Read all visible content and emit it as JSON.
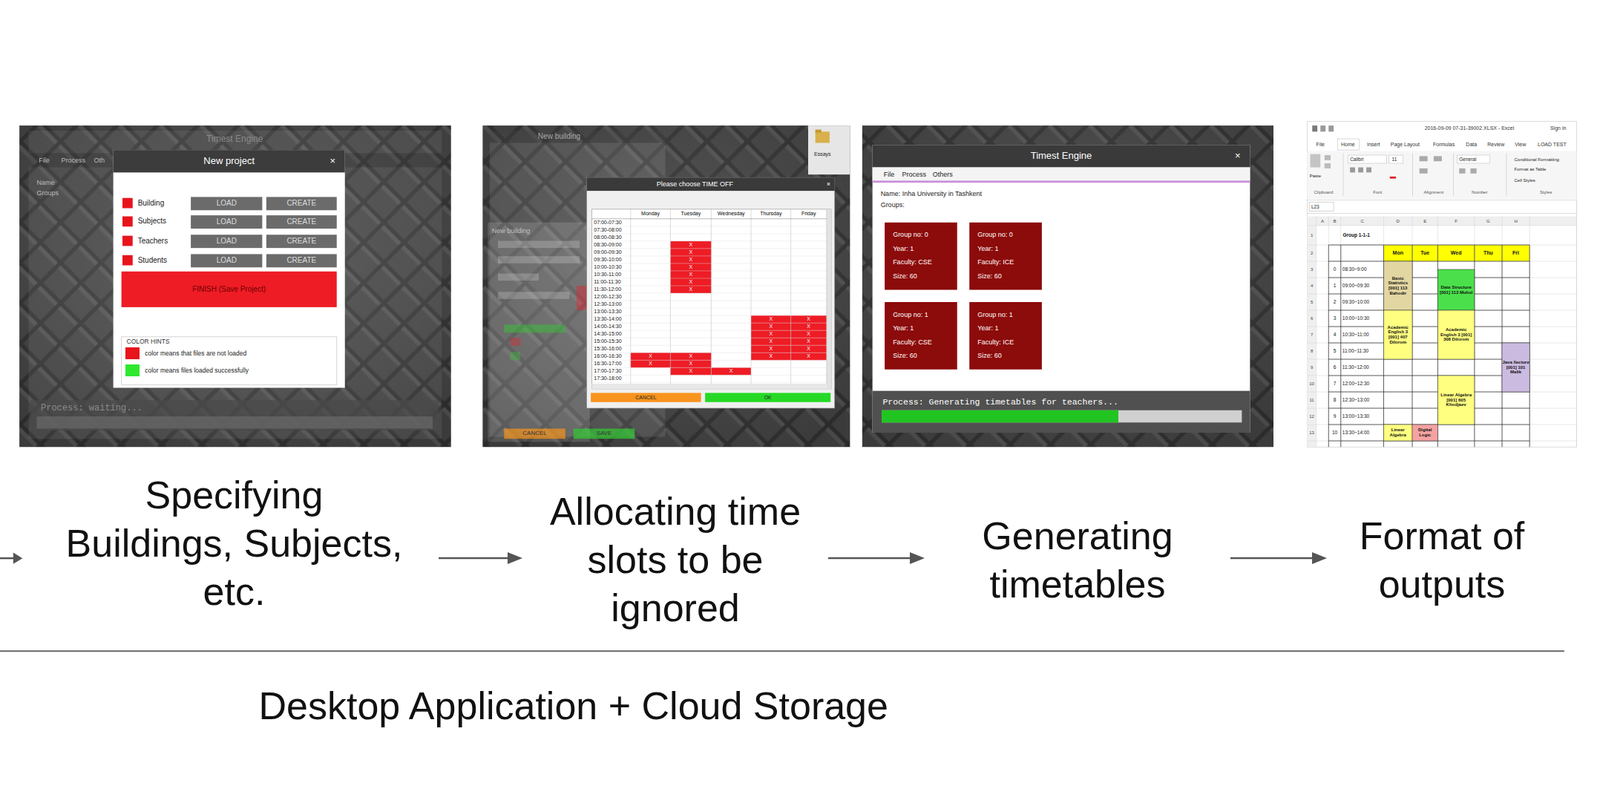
{
  "diagram": {
    "nodes": [
      {
        "text": [
          "Specifying Buildings, Subjects, etc."
        ]
      },
      {
        "text": [
          "Allocating time slots to be ignored"
        ]
      },
      {
        "text": [
          "Generating timetables"
        ]
      },
      {
        "text": [
          "Format of outputs"
        ]
      }
    ],
    "edges": [
      {
        "from": 0,
        "to": 1,
        "arrow": "to"
      },
      {
        "from": 1,
        "to": 2,
        "arrow": "to"
      },
      {
        "from": 2,
        "to": 3,
        "arrow": "to"
      }
    ],
    "labels": [
      "Timest Engine",
      "File",
      "Process",
      "Oth",
      "Name",
      "Groups",
      "New project",
      "×",
      "Building",
      "Subjects",
      "Teachers",
      "Students",
      "LOAD",
      "LOAD",
      "LOAD",
      "LOAD",
      "CREATE",
      "CREATE",
      "CREATE",
      "CREATE",
      "FINISH (Save Project)",
      "COLOR HINTS",
      "Process: waiting...",
      "New building",
      "Essays",
      "Please choose TIME OFF",
      "×",
      "Monday",
      "Tuesday",
      "Wednesday",
      "Thursday",
      "Friday",
      "07:00-07:30",
      "07:30-08:00",
      "08:00-08:30",
      "08:30-09:00",
      "09:00-09:30",
      "09:30-10:00",
      "10:00-10:30",
      "10:30-11:00",
      "11:00-11:30",
      "11:30-12:00",
      "12:00-12:30",
      "12:30-13:00",
      "13:00-13:30",
      "13:30-14:00",
      "14:00-14:30",
      "14:30-15:00",
      "15:00-15:30",
      "15:30-16:00",
      "16:00-16:30",
      "16:30-17:00",
      "17:00-17:30",
      "17:30-18:00",
      "X",
      "X",
      "X",
      "X",
      "X",
      "X",
      "X",
      "X",
      "X",
      "X",
      "X",
      "X",
      "X",
      "X",
      "X",
      "X",
      "X",
      "X",
      "X",
      "X",
      "X",
      "X",
      "X",
      "X",
      "X",
      "CANCEL",
      "OK",
      "New building",
      "CANCEL",
      "SAVE",
      "Timest Engine",
      "×",
      "File",
      "Process",
      "Others",
      "Name: Inha University in Tashkent",
      "Groups:",
      "Group no: 0",
      "Year: 1",
      "Faculty: CSE",
      "Size: 60",
      "Group no: 0",
      "Year: 1",
      "Faculty: ICE",
      "Size: 60",
      "Group no: 1",
      "Year: 1",
      "Faculty: CSE",
      "Size: 60",
      "Group no: 1",
      "Year: 1",
      "Faculty: ICE",
      "Size: 60",
      "Process: Generating timetables for teachers...",
      "2016-09-09 07-31-39002.XLSX - Excel",
      "Sign in",
      "File",
      "Home",
      "Insert",
      "Page Layout",
      "Formulas",
      "Data",
      "Review",
      "View",
      "LOAD TEST",
      "Calibri",
      "11",
      "General",
      "Conditional Formatting",
      "Format as Table",
      "Cell Styles",
      "Paste",
      "Clipboard",
      "Font",
      "Alignment",
      "Number",
      "Styles",
      "L23",
      "A",
      "B",
      "C",
      "D",
      "E",
      "F",
      "G",
      "H",
      "1",
      "2",
      "3",
      "4",
      "5",
      "6",
      "7",
      "8",
      "9",
      "10",
      "11",
      "12",
      "13",
      "Group 1-1-1",
      "Mon",
      "Tue",
      "Wed",
      "Thu",
      "Fri",
      "0",
      "1",
      "2",
      "3",
      "4",
      "5",
      "6",
      "7",
      "8",
      "9",
      "10",
      "08:30~9:00",
      "09:00~09:30",
      "09:30~10:00",
      "10:00~10:30",
      "10:30~11:00",
      "11:00~11:30",
      "11:30~12:00",
      "12:00~12:30",
      "12:30~13:00",
      "13:00~13:30",
      "13:30~14:00",
      "Basic Statistics [001] 113 Bahodir",
      "Data Structure [001] 113 Muhsl",
      "Academic English 3 [001] 407 Dilorom",
      "Academic English 3 [001] 308 Dilorom",
      "Java /lecture [001] 101 Malik",
      "Linear Algebra [001] 605 Khodjaev",
      "Linear Algebra",
      "Digital Logic",
      "Desktop Application + Cloud Storage"
    ],
    "legend": [
      {
        "text": "color means that files are not loaded",
        "color": "#e8141c"
      },
      {
        "text": "color means files loaded successfully",
        "color": "#2ee82e"
      }
    ]
  }
}
